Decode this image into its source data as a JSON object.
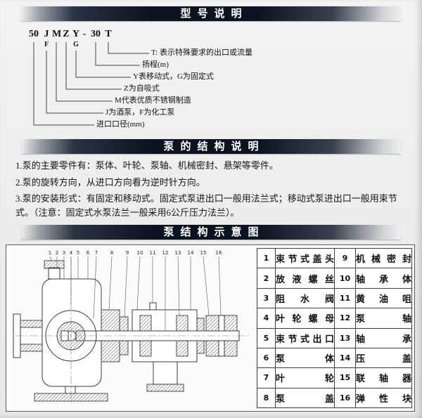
{
  "colors": {
    "header_bar_dark": "#0b1220",
    "header_text": "#ffffff",
    "page_bg": "#ecedec",
    "drawing_line": "#3a3a3a"
  },
  "headers": {
    "model": "型号说明",
    "structure": "泵的结构说明",
    "diagram": "泵结构示意图"
  },
  "model_code": {
    "chars": [
      "50",
      "J",
      "M",
      "Z",
      "Y",
      "-",
      "30",
      "T"
    ],
    "sub_j": "F",
    "sub_y": "G",
    "labels": [
      "T: 表示特殊要求的出口或流量",
      "扬程(m)",
      "Y表移动式，G为固定式",
      "Z为自吸式",
      "M代表优质不锈钢制造",
      "J为酒泵，F为化工泵",
      "进口口径(mm)"
    ]
  },
  "structure_notes": [
    "1.泵的主要零件有：泵体、叶轮、泵轴、机械密封、悬架等零件。",
    "2.泵的旋转方向，从进口方向看为逆时针方向。",
    "3.泵的安装形式：有固定和移动式。固定式泵进出口一般用法兰式；移动式泵进出口一般用束节式。（注意：固定式水泵法兰一般采用6公斤压力法兰）。"
  ],
  "diagram": {
    "callouts": [
      "1",
      "2",
      "3",
      "4",
      "5",
      "6",
      "7",
      "8",
      "9",
      "10",
      "11",
      "12",
      "13",
      "14",
      "15",
      "16"
    ],
    "parts_table": {
      "rows": [
        [
          "1",
          "束节式盖头",
          "9",
          "机械密封"
        ],
        [
          "2",
          "放液螺丝",
          "10",
          "轴承体"
        ],
        [
          "3",
          "阻水阀",
          "11",
          "黄油咀"
        ],
        [
          "4",
          "叶轮螺母",
          "12",
          "泵轴"
        ],
        [
          "5",
          "束节式出口",
          "13",
          "轴承"
        ],
        [
          "6",
          "泵体",
          "14",
          "压盖"
        ],
        [
          "7",
          "叶轮",
          "15",
          "联轴器"
        ],
        [
          "8",
          "泵盖",
          "16",
          "弹性块"
        ]
      ]
    }
  }
}
